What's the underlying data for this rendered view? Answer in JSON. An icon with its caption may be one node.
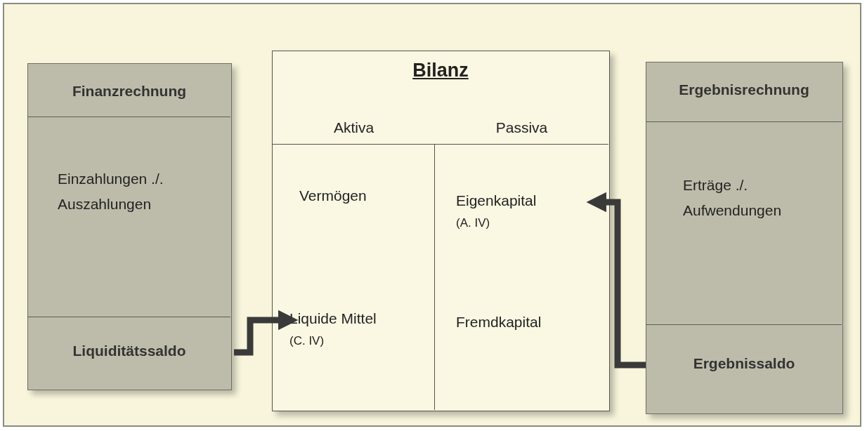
{
  "diagram": {
    "nodes": [
      {
        "text": [
          "Finanzrechnung"
        ]
      },
      {
        "text": [
          "Einzahlungen ./. Auszahlungen"
        ],
        "in": 0
      },
      {
        "text": [
          "Liquiditätssaldo"
        ],
        "in": 0
      },
      {
        "text": [
          "Bilanz"
        ]
      },
      {
        "text": [
          "Aktiva"
        ],
        "in": 3
      },
      {
        "text": [
          "Vermögen"
        ],
        "in": 4
      },
      {
        "text": [
          "Liquide Mittel",
          "(C. IV)"
        ],
        "in": 4
      },
      {
        "text": [
          "Passiva"
        ],
        "in": 3
      },
      {
        "text": [
          "Eigenkapital",
          "(A. IV)"
        ],
        "in": 7
      },
      {
        "text": [
          "Fremdkapital"
        ],
        "in": 7
      },
      {
        "text": [
          "Ergebnisrechnung"
        ]
      },
      {
        "text": [
          "Erträge ./. Aufwendungen"
        ],
        "in": 10
      },
      {
        "text": [
          "Ergebnissaldo"
        ],
        "in": 10
      }
    ],
    "edges": [
      {
        "from": 2,
        "to": 6,
        "arrow": "to"
      },
      {
        "from": 12,
        "to": 8,
        "arrow": "to"
      }
    ]
  }
}
